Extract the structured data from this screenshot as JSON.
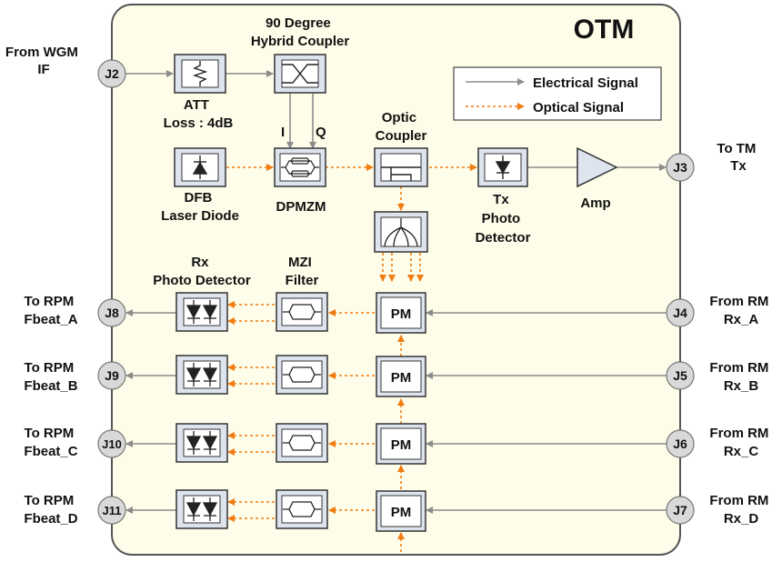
{
  "title": "OTM",
  "legend": {
    "electrical": "Electrical Signal",
    "optical": "Optical Signal"
  },
  "colors": {
    "panel_fill": "#fefde9",
    "panel_stroke": "#555555",
    "box_fill": "#dde4ee",
    "connector_fill": "#d9d9d9",
    "electrical": "#8c8c8c",
    "optical": "#f07c12"
  },
  "external": {
    "from_wgm": [
      "From WGM",
      "IF"
    ],
    "to_tm": [
      "To TM",
      "Tx"
    ],
    "to_rpm_a": [
      "To RPM",
      "Fbeat_A"
    ],
    "to_rpm_b": [
      "To RPM",
      "Fbeat_B"
    ],
    "to_rpm_c": [
      "To RPM",
      "Fbeat_C"
    ],
    "to_rpm_d": [
      "To RPM",
      "Fbeat_D"
    ],
    "from_rm_a": [
      "From RM",
      "Rx_A"
    ],
    "from_rm_b": [
      "From RM",
      "Rx_B"
    ],
    "from_rm_c": [
      "From RM",
      "Rx_C"
    ],
    "from_rm_d": [
      "From RM",
      "Rx_D"
    ]
  },
  "connectors": {
    "j2": "J2",
    "j3": "J3",
    "j4": "J4",
    "j5": "J5",
    "j6": "J6",
    "j7": "J7",
    "j8": "J8",
    "j9": "J9",
    "j10": "J10",
    "j11": "J11"
  },
  "blocks": {
    "att": [
      "ATT",
      "Loss : 4dB"
    ],
    "hybrid": [
      "90 Degree",
      "Hybrid Coupler"
    ],
    "i_label": "I",
    "q_label": "Q",
    "dfb": [
      "DFB",
      "Laser Diode"
    ],
    "dpmzm": "DPMZM",
    "optic_coupler": [
      "Optic",
      "Coupler"
    ],
    "tx_pd": [
      "Tx",
      "Photo",
      "Detector"
    ],
    "amp": "Amp",
    "rx_pd": [
      "Rx",
      "Photo Detector"
    ],
    "mzi": [
      "MZI",
      "Filter"
    ],
    "pm": "PM"
  }
}
